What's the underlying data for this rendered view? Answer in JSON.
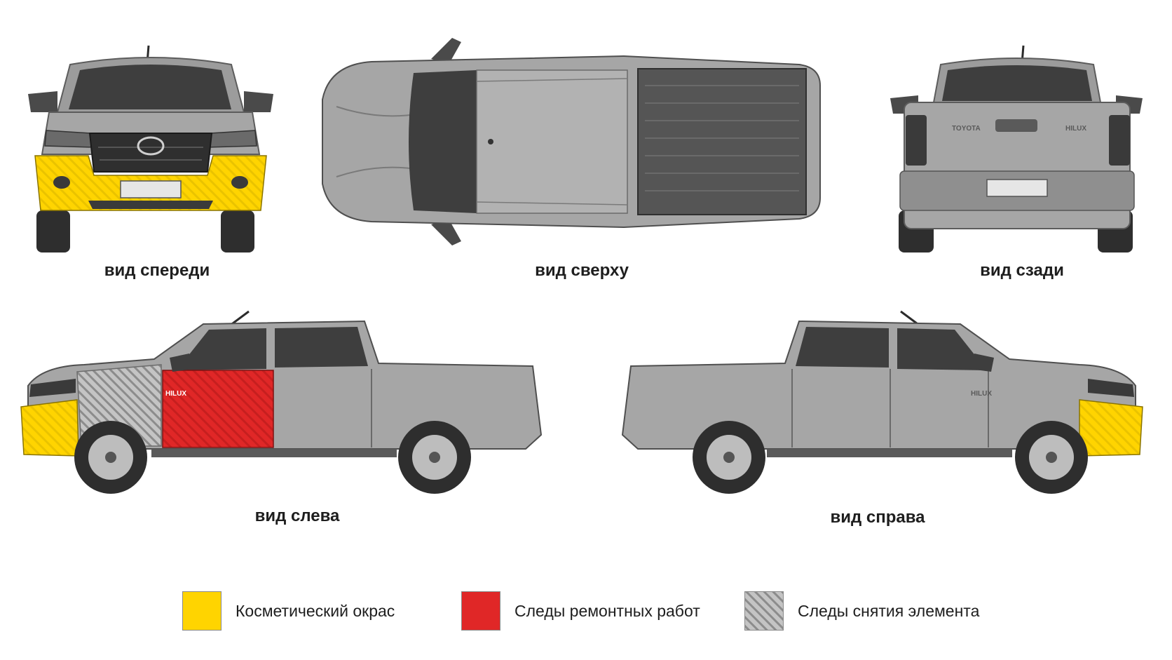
{
  "views": {
    "front": {
      "caption": "вид спереди"
    },
    "top": {
      "caption": "вид сверху"
    },
    "rear": {
      "caption": "вид сзади",
      "badge_left": "TOYOTA",
      "badge_right": "HILUX"
    },
    "left": {
      "caption": "вид слева",
      "badge": "HILUX"
    },
    "right": {
      "caption": "вид справа",
      "badge": "HILUX"
    }
  },
  "legend": [
    {
      "label": "Косметический окрас",
      "color": "#FFD400",
      "pattern": "stripes"
    },
    {
      "label": "Следы ремонтных работ",
      "color": "#E02727",
      "pattern": "solid"
    },
    {
      "label": "Следы снятия элемента",
      "color": "#A8A8A8",
      "pattern": "hatch"
    }
  ],
  "colors": {
    "body": "#A6A6A6",
    "body_dark": "#6E6E6E",
    "glass": "#3E3E3E",
    "tire": "#2E2E2E",
    "rim": "#BDBDBD",
    "cosmetic_paint": "#FFD400",
    "repair": "#E02727",
    "removed": "#A8A8A8"
  }
}
